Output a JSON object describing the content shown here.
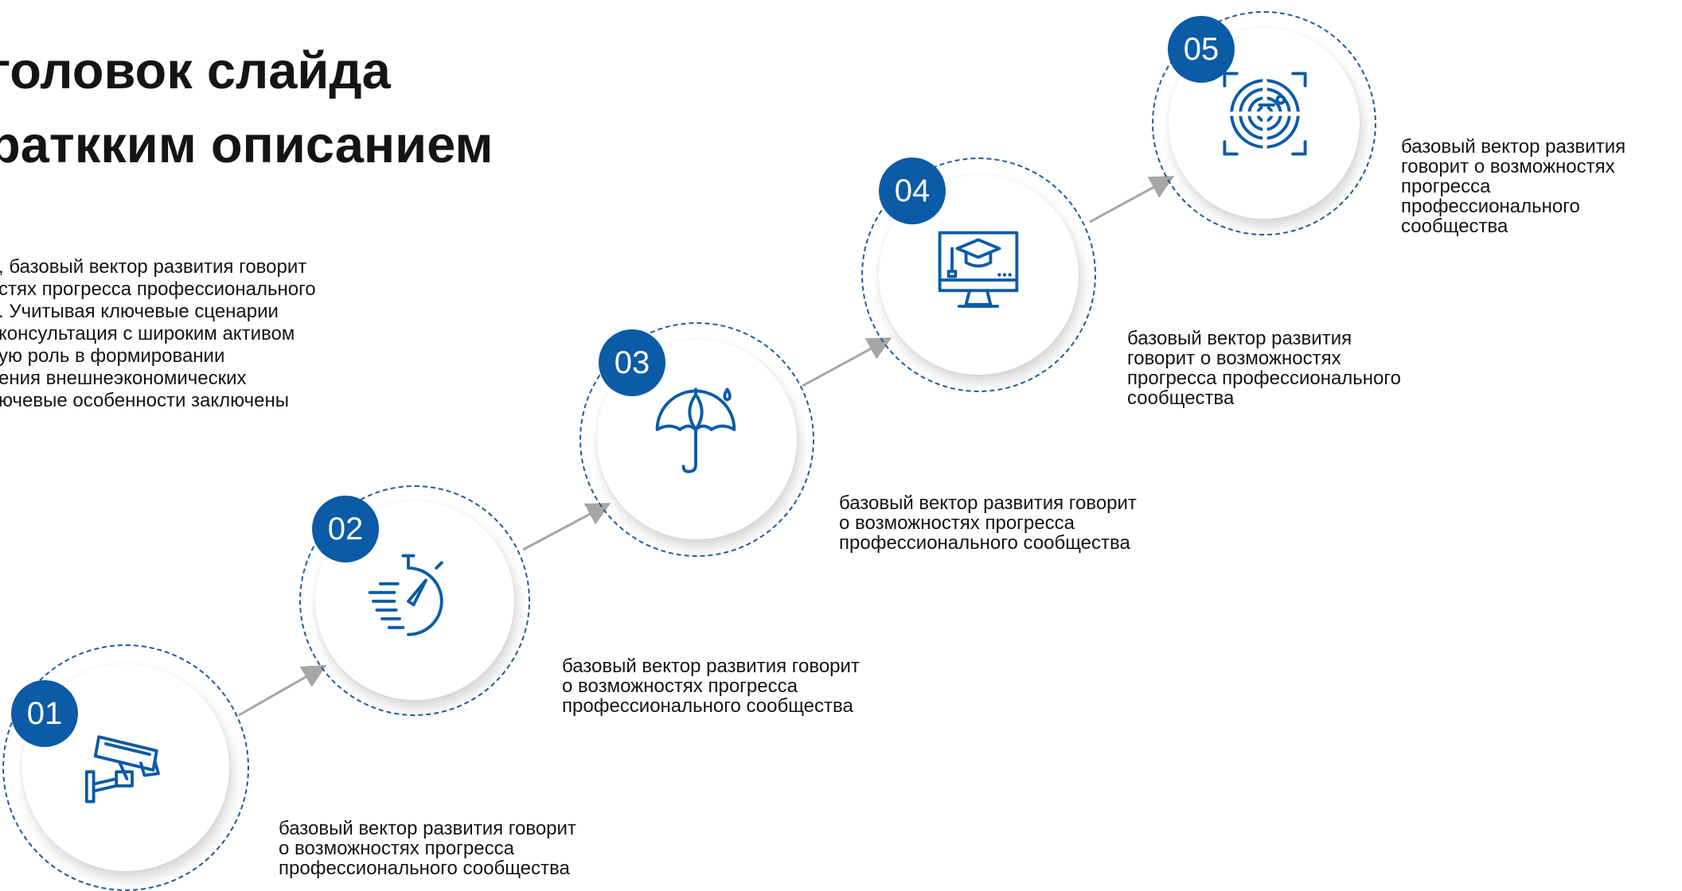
{
  "slide": {
    "title": "головок слайда\nраткким описанием",
    "description": ", базовый вектор развития говорит\nстях прогресса профессионального\n. Учитывая ключевые сценарии\nконсультация с широким активом\nую роль в формировании\nения внешнеэкономических\nючевые особенности заключены"
  },
  "steps": [
    {
      "number": "01",
      "icon": "security-camera-icon",
      "text": "базовый вектор развития говорит\nо возможностях прогресса\nпрофессионального сообщества"
    },
    {
      "number": "02",
      "icon": "stopwatch-icon",
      "text": "базовый вектор развития говорит\nо возможностях прогресса\nпрофессионального сообщества"
    },
    {
      "number": "03",
      "icon": "umbrella-icon",
      "text": "базовый вектор развития говорит\nо возможностях прогресса\nпрофессионального сообщества"
    },
    {
      "number": "04",
      "icon": "graduation-monitor-icon",
      "text": "базовый вектор развития\nговорит о возможностях\nпрогресса профессионального\nсообщества"
    },
    {
      "number": "05",
      "icon": "target-scan-icon",
      "text": "базовый вектор развития\nговорит о возможностях\nпрогресса\nпрофессионального\nсообщества"
    }
  ],
  "colors": {
    "accent": "#0b5ba6",
    "connector": "#a6a6a6",
    "text": "#141414"
  }
}
